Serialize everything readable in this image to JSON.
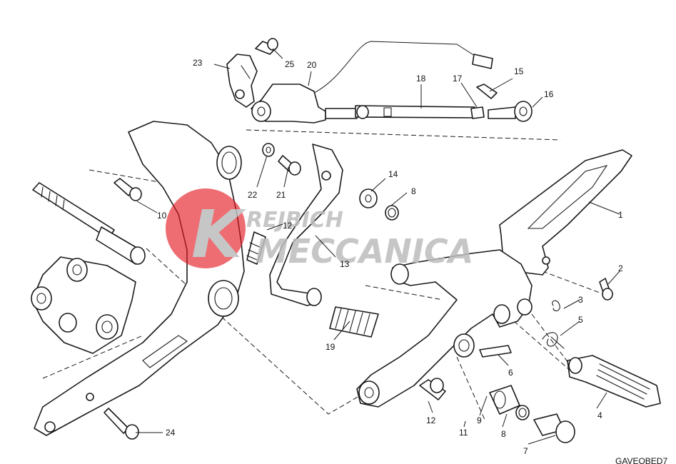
{
  "watermark": {
    "line1": "REJBICH",
    "line2": "MECCANICA",
    "logo_letter": "K",
    "red": "#e31b23",
    "grey": "#bdbdbd"
  },
  "corner_code": "GAVEOBED7",
  "part_numbers": [
    "1",
    "2",
    "3",
    "4",
    "5",
    "6",
    "7",
    "8",
    "8",
    "9",
    "10",
    "11",
    "12",
    "12",
    "13",
    "14",
    "15",
    "16",
    "17",
    "18",
    "19",
    "20",
    "21",
    "22",
    "23",
    "24",
    "25"
  ]
}
